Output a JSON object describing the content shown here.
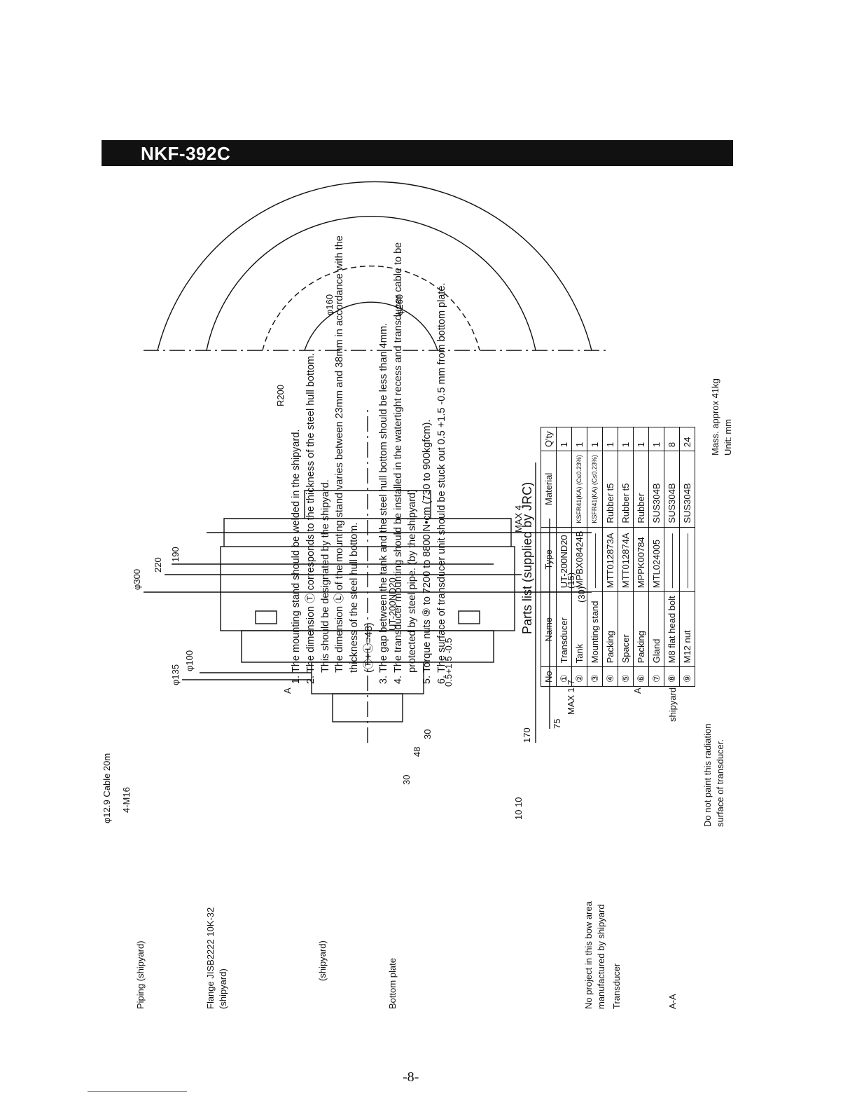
{
  "title": "NKF-392C",
  "notes": [
    "The mounting stand should be welded in the shipyard.",
    "The dimension Ⓣ corresponds to the thickness of the steel hull bottom.",
    "This should be designated by the shipyard.",
    "The dimension Ⓛ of the mounting stand varies between 23mm and 38mm in accordance with the thickness of the steel hull bottom.",
    "(Ⓣ+Ⓛ=48)",
    "The gap between the tank and the steel hull bottom should be less than 4mm.",
    "The transducer mounting should be installed in the watertight recess and transducer cable to be protected by steel pipe. (by the shipyard)",
    "Torque nuts ⑨ to 7200 to 8800 N•cm (730 to 900kgfcm).",
    "The surface of transducer unit should be stuck out 0.5 +1.5 -0.5 mm from bottom plate."
  ],
  "parts_title": "Parts list (supplied by JRC)",
  "parts_header": [
    "No",
    "Name",
    "Type",
    "Material",
    "Q'ty"
  ],
  "parts": [
    {
      "no": "①",
      "name": "Transducer",
      "type": "UT-200ND20",
      "material": "",
      "qty": "1"
    },
    {
      "no": "②",
      "name": "Tank",
      "type": "MPBX08424B",
      "material": "KSFR41(KA) (C≤0.23%)",
      "qty": "1"
    },
    {
      "no": "③",
      "name": "Mounting stand",
      "type": "——————",
      "material": "KSFR41(KA) (C≤0.23%)",
      "qty": "1"
    },
    {
      "no": "④",
      "name": "Packing",
      "type": "MTT012873A",
      "material": "Rubber t5",
      "qty": "1"
    },
    {
      "no": "⑤",
      "name": "Spacer",
      "type": "MTT012874A",
      "material": "Rubber t5",
      "qty": "1"
    },
    {
      "no": "⑥",
      "name": "Packing",
      "type": "MPPK00784",
      "material": "Rubber",
      "qty": "1"
    },
    {
      "no": "⑦",
      "name": "Gland",
      "type": "MTL024005",
      "material": "SUS304B",
      "qty": "1"
    },
    {
      "no": "⑧",
      "name": "M8 flat head bolt",
      "type": "——————",
      "material": "SUS304B",
      "qty": "8"
    },
    {
      "no": "⑨",
      "name": "M12 nut",
      "type": "——————",
      "material": "SUS304B",
      "qty": "24"
    }
  ],
  "mass": "Mass. approx 41kg",
  "unit": "Unit: mm",
  "labels": {
    "piping": "Piping (shipyard)",
    "cable": "φ12.9 Cable 20m",
    "m16": "4-M16",
    "flange": "Flange JISB2222 10K-32",
    "flange_sub": "(shipyard)",
    "shipyard_left": "(shipyard)",
    "shipyard_right": "shipyard",
    "bottom_plate": "Bottom plate",
    "model": "UT-200ND20",
    "no_project": "No project in this bow area",
    "manufactured": "manufactured by shipyard",
    "transducer": "Transducer",
    "do_not_paint": "Do not paint this radiation",
    "surface": "surface of transducer.",
    "aa": "A-A",
    "d135": "φ135",
    "d100": "φ100",
    "d190": "190",
    "d220": "220",
    "d300": "φ300",
    "d48": "48",
    "d30": "30",
    "d30b": "30",
    "d75": "75",
    "d170": "170",
    "max17": "MAX 1.7",
    "max4": "MAX 4",
    "t15": "(15)",
    "t30": "(30)",
    "tol": "0.5+1.5 -0.5",
    "r200": "R200",
    "pcd260": "φ260",
    "pcd160": "φ160",
    "weld": "10 10",
    "sec": "A"
  },
  "page_number": "-8-"
}
